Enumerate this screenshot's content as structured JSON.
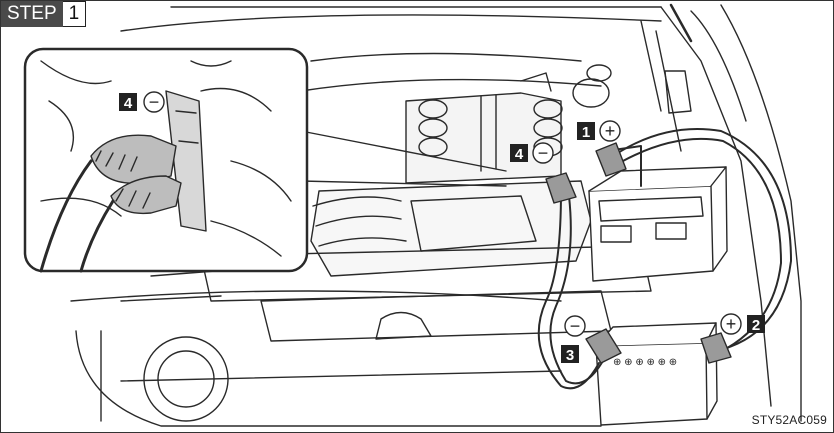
{
  "step": {
    "word": "STEP",
    "number": "1"
  },
  "callouts": {
    "c1": {
      "number": "1",
      "polarity": "+"
    },
    "c2": {
      "number": "2",
      "polarity": "+"
    },
    "c3": {
      "number": "3",
      "polarity": "−"
    },
    "c4_engine": {
      "number": "4",
      "polarity": "−"
    },
    "c4_inset": {
      "number": "4",
      "polarity": "−"
    }
  },
  "reference_code": "STY52AC059",
  "colors": {
    "line": "#2a2a2a",
    "badge": "#4a4a4a",
    "shade": "#d8d8d8"
  }
}
